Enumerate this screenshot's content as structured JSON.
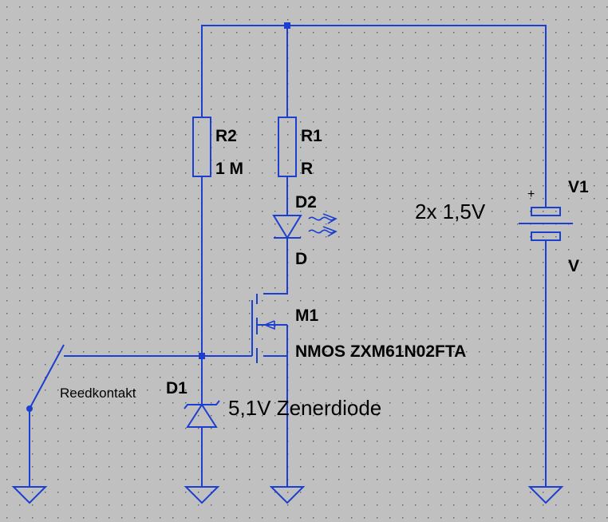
{
  "colors": {
    "background": "#c0c0c0",
    "grid_dot": "#5a5a5a",
    "wire": "#1c3fd0",
    "label": "#000000",
    "zener_label": "#1a1a1a"
  },
  "icons": {
    "ground": "ground-icon",
    "junction": "junction-dot-icon",
    "led_emission": "light-emission-icon"
  },
  "components": {
    "r2": {
      "ref": "R2",
      "value": "1 M"
    },
    "r1": {
      "ref": "R1",
      "value": "R"
    },
    "d2": {
      "ref": "D2",
      "value": "D"
    },
    "m1": {
      "ref": "M1",
      "value": "NMOS ZXM61N02FTA"
    },
    "d1": {
      "ref": "D1",
      "value": "5,1V Zenerdiode"
    },
    "v1": {
      "ref": "V1",
      "value": "V",
      "comment": "2x 1,5V",
      "plus": "+"
    },
    "reed": {
      "label": "Reedkontakt"
    }
  }
}
